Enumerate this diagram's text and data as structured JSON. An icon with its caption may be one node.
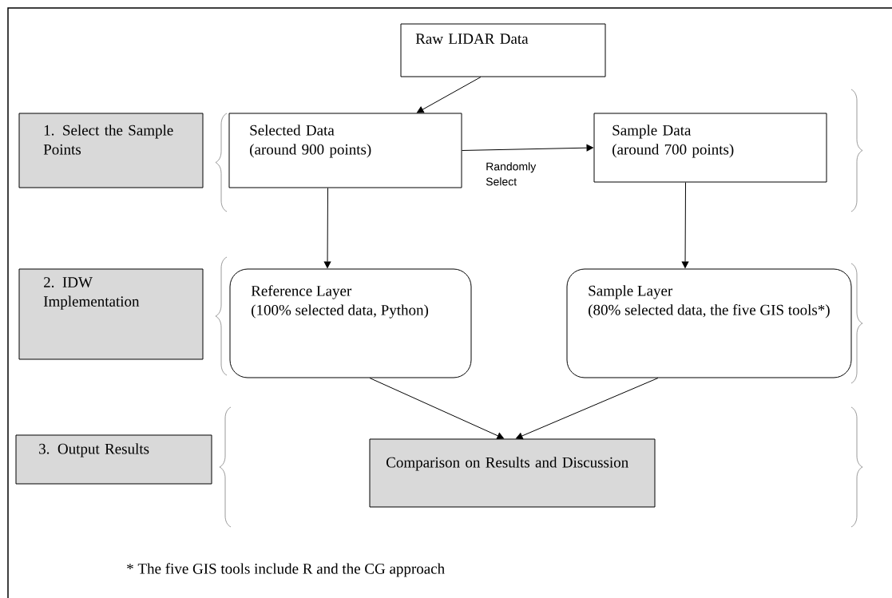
{
  "diagram": {
    "nodes": [
      {
        "text": [
          "Raw LIDAR  Data"
        ]
      },
      {
        "text": [
          "1. Select the Sample Points"
        ]
      },
      {
        "text": [
          "Selected Data",
          "(around 900 points)"
        ]
      },
      {
        "text": [
          "Sample Data",
          "(around 700 points)"
        ]
      },
      {
        "text": [
          "2. IDW Implementation"
        ]
      },
      {
        "text": [
          "Reference Layer",
          "(100% selected data, Python)"
        ]
      },
      {
        "text": [
          "Sample Layer",
          "(80% selected data, the five GIS tools*)"
        ]
      },
      {
        "text": [
          "3. Output Results"
        ]
      },
      {
        "text": [
          "Comparison on Results and Discussion"
        ]
      }
    ],
    "edges": [
      {
        "from": 0,
        "to": 2,
        "arrow": "to"
      },
      {
        "from": 2,
        "to": 3,
        "arrow": "to",
        "label": "Randomly Select"
      },
      {
        "from": 2,
        "to": 5,
        "arrow": "to"
      },
      {
        "from": 3,
        "to": 6,
        "arrow": "to"
      },
      {
        "from": 5,
        "to": 8,
        "arrow": "to"
      },
      {
        "from": 6,
        "to": 8,
        "arrow": "to"
      }
    ],
    "labels": [
      "* The five GIS tools include R and the CG approach"
    ]
  }
}
